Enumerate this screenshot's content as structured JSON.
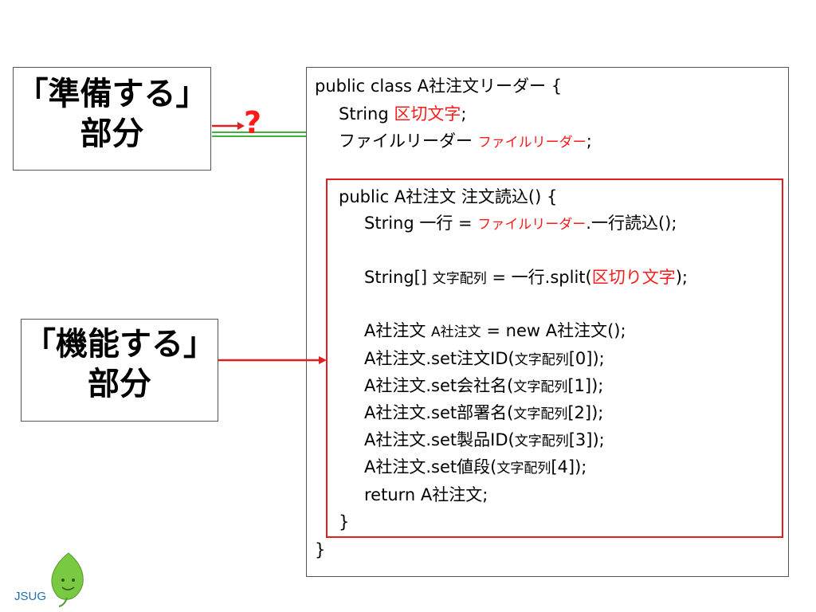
{
  "labels": {
    "prepare": {
      "line1": "「準備する」",
      "line2": "部分"
    },
    "function": {
      "line1": "「機能する」",
      "line2": "部分"
    }
  },
  "question_mark": "?",
  "code": {
    "l1": "public class A社注文リーダー {",
    "l2a": "String ",
    "l2b": "区切文字",
    "l2c": ";",
    "l3a": "ファイルリーダー ",
    "l3b": "ファイルリーダー",
    "l3c": ";",
    "l4": "public A社注文 注文読込() {",
    "l5a": "String 一行 = ",
    "l5b": "ファイルリーダー",
    "l5c": ".一行読込();",
    "l6a": "String[] ",
    "l6b": "文字配列",
    "l6c": " = 一行.split(",
    "l6d": "区切り文字",
    "l6e": ");",
    "l7a": "A社注文 ",
    "l7b": "A社注文",
    "l7c": " = new A社注文();",
    "l8a": "A社注文.set注文ID(",
    "l8b": "文字配列",
    "l8c": "[0]);",
    "l9a": "A社注文.set会社名(",
    "l9b": "文字配列",
    "l9c": "[1]);",
    "l10a": "A社注文.set部署名(",
    "l10b": "文字配列",
    "l10c": "[2]);",
    "l11a": "A社注文.set製品ID(",
    "l11b": "文字配列",
    "l11c": "[3]);",
    "l12a": "A社注文.set値段(",
    "l12b": "文字配列",
    "l12c": "[4]);",
    "l13": "return A社注文;",
    "l14": "}",
    "l15": "}"
  },
  "logo": {
    "text": "JSUG"
  },
  "colors": {
    "accent_red": "#e02020",
    "arrow_green": "#3cb43c",
    "leaf_green": "#7ac943"
  }
}
